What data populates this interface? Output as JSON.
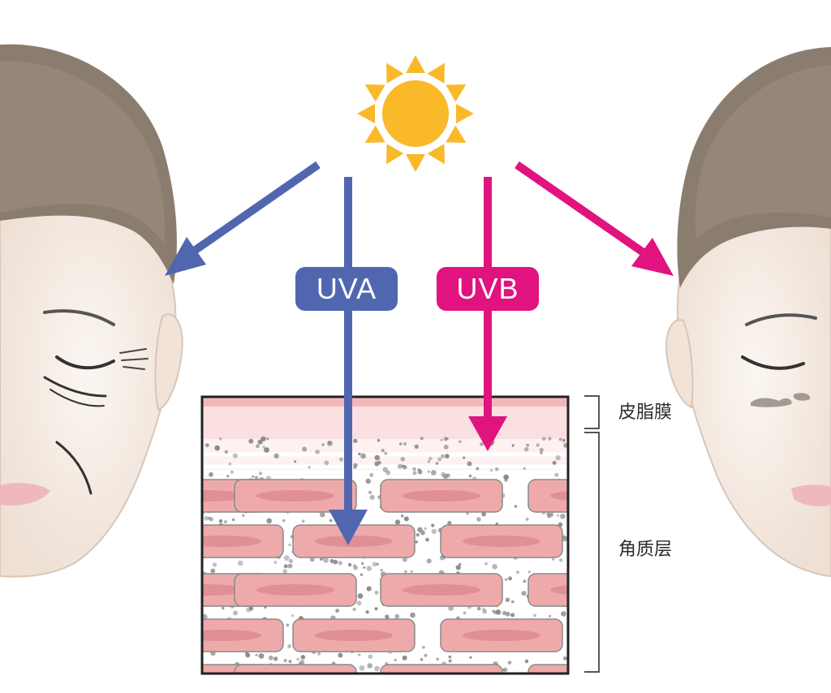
{
  "rays": {
    "uva": {
      "label": "UVA",
      "color": "#5067b0"
    },
    "uvb": {
      "label": "UVB",
      "color": "#e0137f"
    }
  },
  "layers": {
    "sebum_film": "皮脂膜",
    "stratum_corneum": "角质层"
  },
  "colors": {
    "sun": "#f9b928",
    "skin_cell": "#eeaaaa",
    "skin_cell_core": "#df8f95",
    "sebum": "#f7cfd1",
    "hair": "#8a7d6f",
    "face": "#f6ece4",
    "pigment_spot": "#a39a92"
  }
}
